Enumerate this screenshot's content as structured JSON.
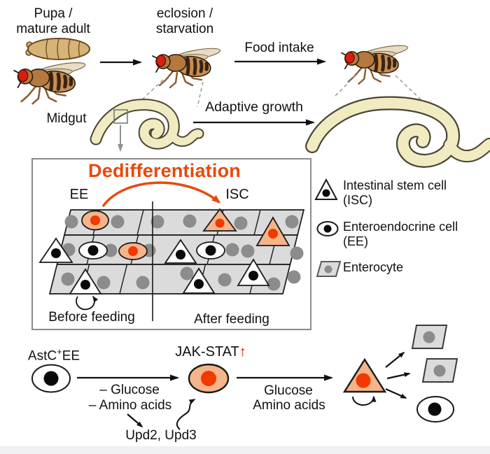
{
  "figure": {
    "top_row": {
      "pupa_label": "Pupa /\nmature adult",
      "eclosion_label": "eclosion /\nstarvation",
      "food_intake_label": "Food intake"
    },
    "midgut_row": {
      "midgut_label": "Midgut",
      "adaptive_growth_label": "Adaptive growth"
    },
    "panel": {
      "title": "Dedifferentiation",
      "ee_label": "EE",
      "isc_label": "ISC",
      "before_label": "Before feeding",
      "after_label": "After feeding"
    },
    "legend": {
      "items": [
        {
          "icon": "isc-triangle-icon",
          "label": "Intestinal stem cell\n(ISC)"
        },
        {
          "icon": "ee-ellipse-icon",
          "label": "Enteroendocrine cell\n(EE)"
        },
        {
          "icon": "enterocyte-parallelogram-icon",
          "label": "Enterocyte"
        }
      ]
    },
    "pathway": {
      "astc_prefix": "AstC",
      "astc_sup": "+",
      "astc_suffix": "EE",
      "minus_glucose": "– Glucose",
      "minus_amino": "– Amino acids",
      "upd_label": "Upd2, Upd3",
      "jakstat_label": "JAK-STAT",
      "jakstat_up_arrow": "↑",
      "glucose": "Glucose",
      "amino": "Amino acids"
    },
    "colors": {
      "accent_orange": "#E8490F",
      "cell_fill_orange": "#F5B48A",
      "nucleus_red": "#F23900",
      "enterocyte_gray": "#DBDBDB",
      "nucleus_gray": "#8C8C8C",
      "jakstat_arrow_red": "#DD0000",
      "gut_fill_yellow": "#F1EBC2"
    }
  }
}
